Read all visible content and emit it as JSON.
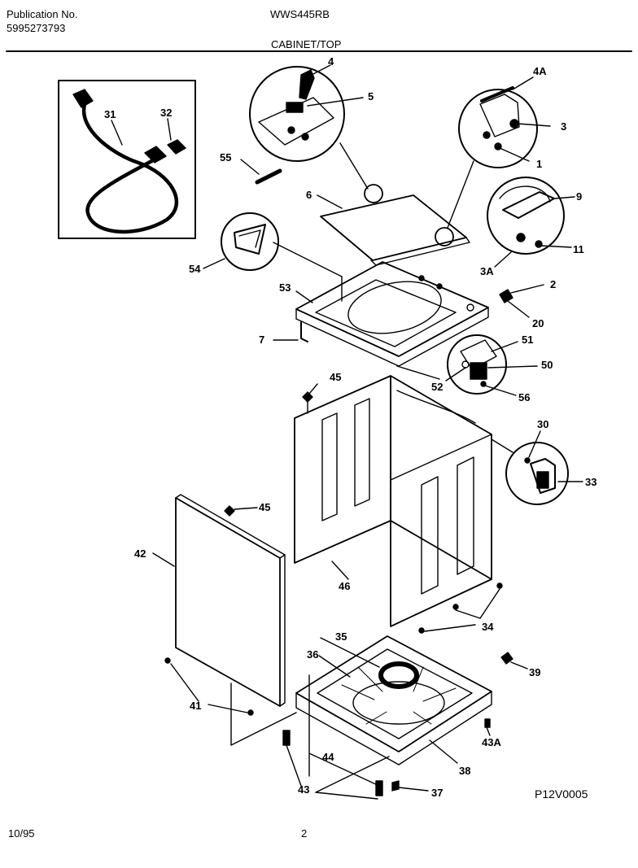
{
  "header": {
    "publication_label": "Publication No.",
    "publication_number": "5995273793",
    "model": "WWS445RB",
    "section": "CABINET/TOP"
  },
  "footer": {
    "date": "10/95",
    "page": "2",
    "figure_code": "P12V0005"
  },
  "callouts": {
    "c31": "31",
    "c32": "32",
    "c4": "4",
    "c5": "5",
    "c4a": "4A",
    "c3": "3",
    "c1": "1",
    "c55": "55",
    "c6": "6",
    "c9": "9",
    "c11": "11",
    "c3a": "3A",
    "c54": "54",
    "c53": "53",
    "c2": "2",
    "c20": "20",
    "c7": "7",
    "c51": "51",
    "c50": "50",
    "c52": "52",
    "c56": "56",
    "c45a": "45",
    "c30": "30",
    "c33": "33",
    "c45b": "45",
    "c42": "42",
    "c46": "46",
    "c34": "34",
    "c35": "35",
    "c36": "36",
    "c39": "39",
    "c41": "41",
    "c43a": "43A",
    "c38": "38",
    "c44": "44",
    "c43": "43",
    "c37": "37"
  }
}
